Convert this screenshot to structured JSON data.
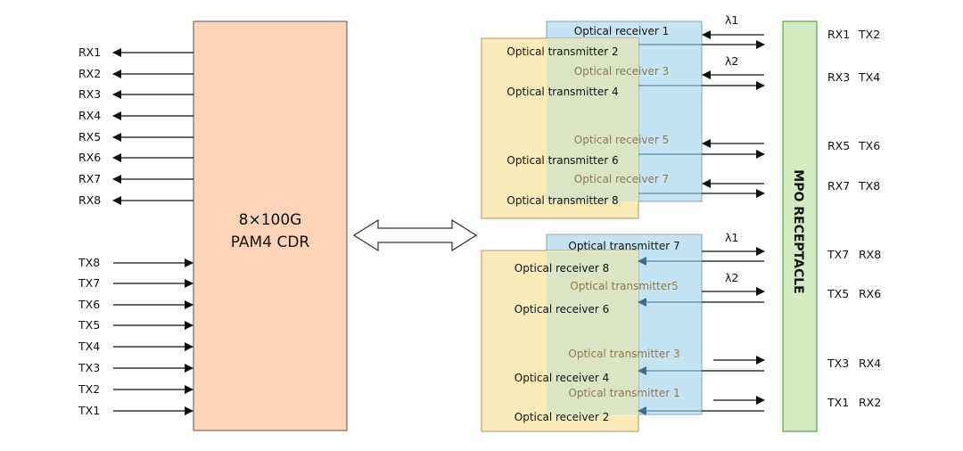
{
  "cdr": {
    "line1": "8×100G",
    "line2": "PAM4 CDR"
  },
  "left_rx": [
    "RX1",
    "RX2",
    "RX3",
    "RX4",
    "RX5",
    "RX6",
    "RX7",
    "RX8"
  ],
  "left_tx": [
    "TX8",
    "TX7",
    "TX6",
    "TX5",
    "TX4",
    "TX3",
    "TX2",
    "TX1"
  ],
  "upper_group": {
    "rx_box": [
      "Optical receiver 1",
      "Optical receiver 3",
      "Optical receiver 5",
      "Optical receiver 7"
    ],
    "tx_box": [
      "Optical transmitter 2",
      "Optical transmitter 4",
      "Optical transmitter 6",
      "Optical transmitter 8"
    ],
    "lambdas": [
      "λ1",
      "λ2"
    ]
  },
  "lower_group": {
    "tx_box": [
      "Optical transmitter 7",
      "Optical transmitter5",
      "Optical transmitter 3",
      "Optical transmitter 1"
    ],
    "rx_box": [
      "Optical receiver 8",
      "Optical receiver 6",
      "Optical receiver 4",
      "Optical receiver 2"
    ],
    "lambdas": [
      "λ1",
      "λ2"
    ]
  },
  "mpo": {
    "label": "MPO RECEPTACLE"
  },
  "mpo_ports": [
    {
      "rx": "RX1",
      "tx": "TX2"
    },
    {
      "rx": "RX3",
      "tx": "TX4"
    },
    {
      "rx": "RX5",
      "tx": "TX6"
    },
    {
      "rx": "RX7",
      "tx": "TX8"
    },
    {
      "tx": "TX7",
      "rx": "RX8"
    },
    {
      "tx": "TX5",
      "rx": "RX6"
    },
    {
      "tx": "TX3",
      "rx": "RX4"
    },
    {
      "tx": "TX1",
      "rx": "RX2"
    }
  ],
  "colors": {
    "cdr_fill": "#fdd4b8",
    "tx_box_fill": "#faebb8",
    "rx_box_fill": "#c4e4f4",
    "overlap_fill": "#dbe4c3",
    "mpo_fill": "#d3ebc0",
    "mpo_stroke": "#5f9c47",
    "line": "#222222",
    "inner_arrow": "#3f6f8c"
  }
}
